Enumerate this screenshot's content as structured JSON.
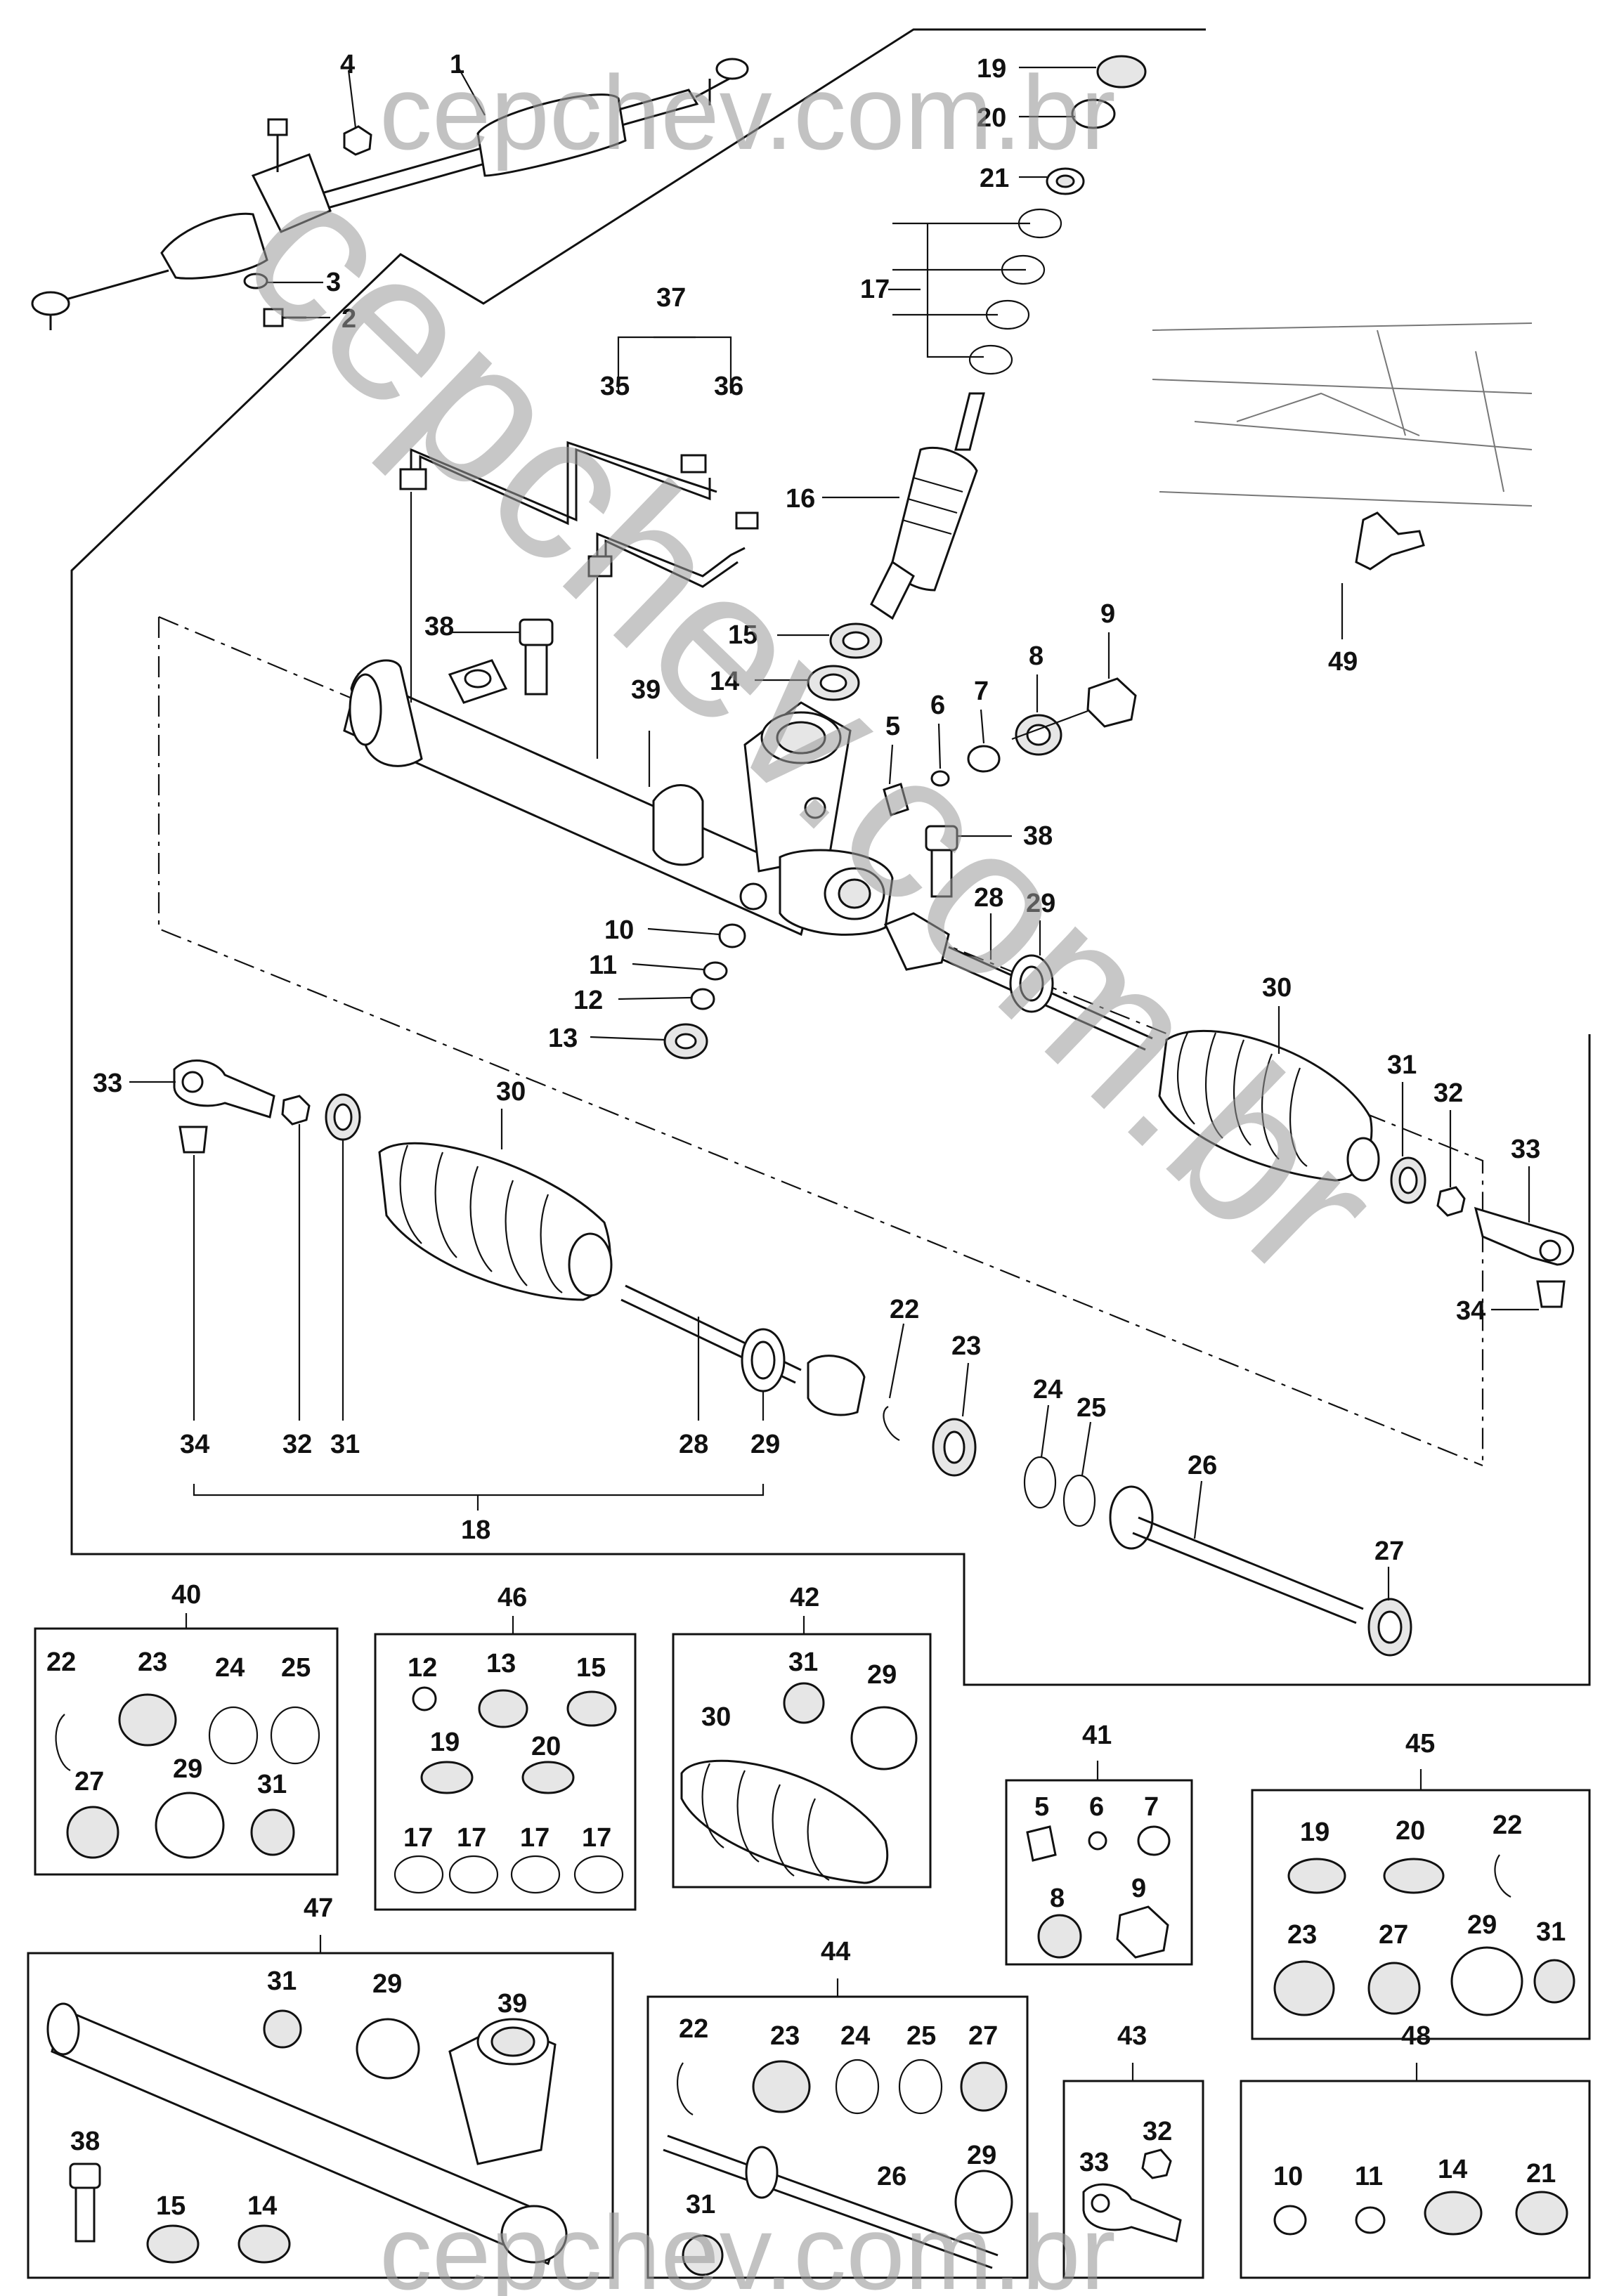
{
  "watermark": {
    "top": "cepchev.com.br",
    "diagonal": "cepchev.com.br",
    "bottom": "cepchev.com.br",
    "color": "#9a9a9a"
  },
  "labels": {
    "l1": "1",
    "l2": "2",
    "l3": "3",
    "l4": "4",
    "l5": "5",
    "l6": "6",
    "l7": "7",
    "l8": "8",
    "l9": "9",
    "l10": "10",
    "l11": "11",
    "l12": "12",
    "l13": "13",
    "l14": "14",
    "l15": "15",
    "l16": "16",
    "l17": "17",
    "l18": "18",
    "l19": "19",
    "l20": "20",
    "l21": "21",
    "l22": "22",
    "l23": "23",
    "l24": "24",
    "l25": "25",
    "l26": "26",
    "l27": "27",
    "l28a": "28",
    "l28b": "28",
    "l29a": "29",
    "l29b": "29",
    "l30a": "30",
    "l30b": "30",
    "l31a": "31",
    "l31b": "31",
    "l32a": "32",
    "l32b": "32",
    "l33a": "33",
    "l33b": "33",
    "l34a": "34",
    "l34b": "34",
    "l35": "35",
    "l36": "36",
    "l37": "37",
    "l38a": "38",
    "l38b": "38",
    "l39": "39",
    "l49": "49"
  },
  "kits": {
    "k40": {
      "title": "40",
      "items": [
        "22",
        "23",
        "24",
        "25",
        "27",
        "29",
        "31"
      ]
    },
    "k46": {
      "title": "46",
      "items": [
        "12",
        "13",
        "15",
        "19",
        "20",
        "17",
        "17",
        "17",
        "17"
      ]
    },
    "k42": {
      "title": "42",
      "items": [
        "31",
        "29",
        "30"
      ]
    },
    "k41": {
      "title": "41",
      "items": [
        "5",
        "6",
        "7",
        "8",
        "9"
      ]
    },
    "k45": {
      "title": "45",
      "items": [
        "19",
        "20",
        "22",
        "23",
        "27",
        "29",
        "31"
      ]
    },
    "k47": {
      "title": "47",
      "items": [
        "31",
        "29",
        "39",
        "38",
        "15",
        "14"
      ]
    },
    "k44": {
      "title": "44",
      "items": [
        "22",
        "23",
        "24",
        "25",
        "27",
        "29",
        "26",
        "31"
      ]
    },
    "k43": {
      "title": "43",
      "items": [
        "32",
        "33"
      ]
    },
    "k48": {
      "title": "48",
      "items": [
        "10",
        "11",
        "14",
        "21"
      ]
    }
  }
}
